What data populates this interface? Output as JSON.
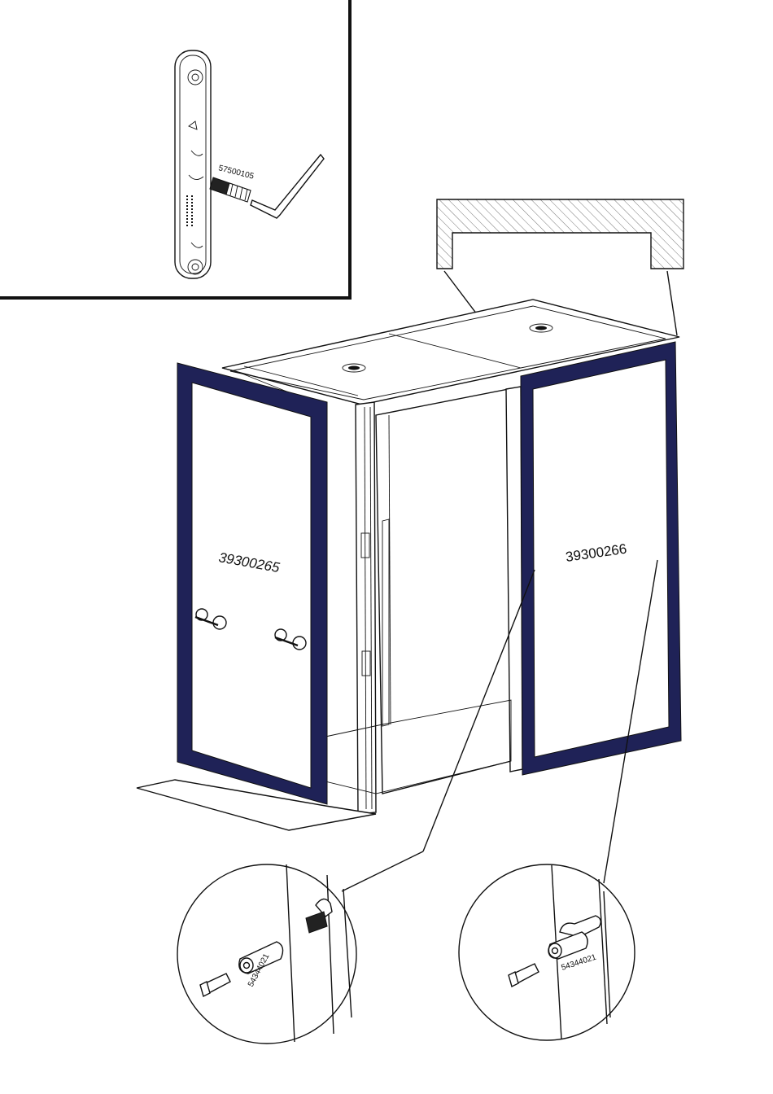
{
  "parts": {
    "hinge_pin": "57500105",
    "left_door": "39300265",
    "right_door": "39300266",
    "bushing_left": "54344021",
    "bushing_right": "54344021"
  },
  "colors": {
    "door_frame": "#1f2257",
    "line": "#111111",
    "background": "#ffffff"
  }
}
